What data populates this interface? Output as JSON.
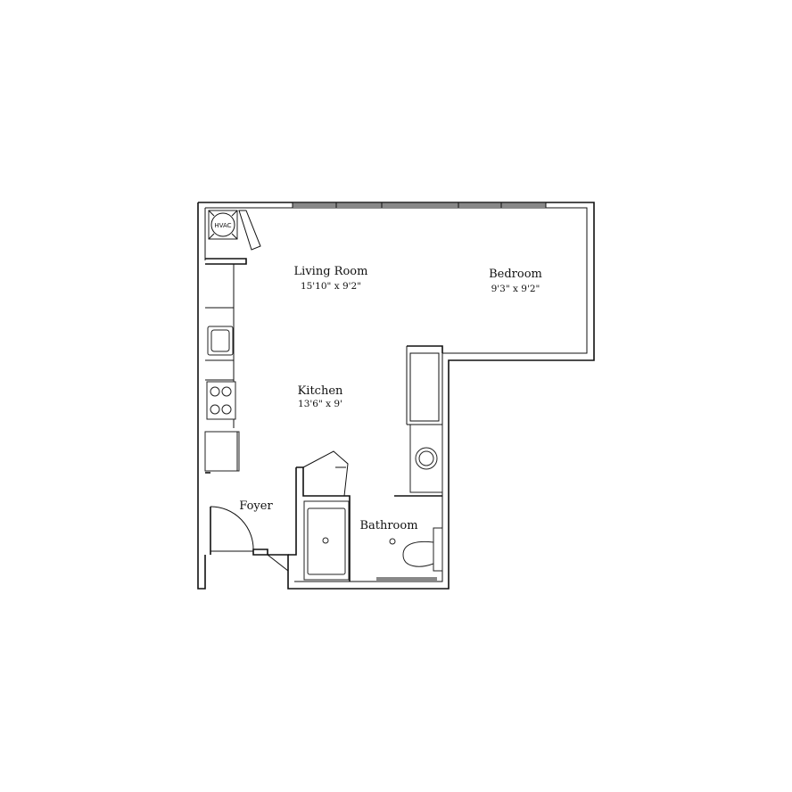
{
  "rooms": {
    "living_room": {
      "name": "Living Room",
      "dims": "15'10\" x 9'2\""
    },
    "bedroom": {
      "name": "Bedroom",
      "dims": "9'3\" x 9'2\""
    },
    "kitchen": {
      "name": "Kitchen",
      "dims": "13'6\" x 9'"
    },
    "foyer": {
      "name": "Foyer"
    },
    "bathroom": {
      "name": "Bathroom"
    }
  },
  "fixtures": {
    "hvac_label": "HVAC"
  },
  "icons": [
    "hvac-icon",
    "sink-icon",
    "cooktop-icon",
    "toilet-icon",
    "bathtub-icon",
    "vanity-sink-icon",
    "door-swing-icon"
  ],
  "colors": {
    "line": "#111111",
    "background": "#ffffff"
  }
}
